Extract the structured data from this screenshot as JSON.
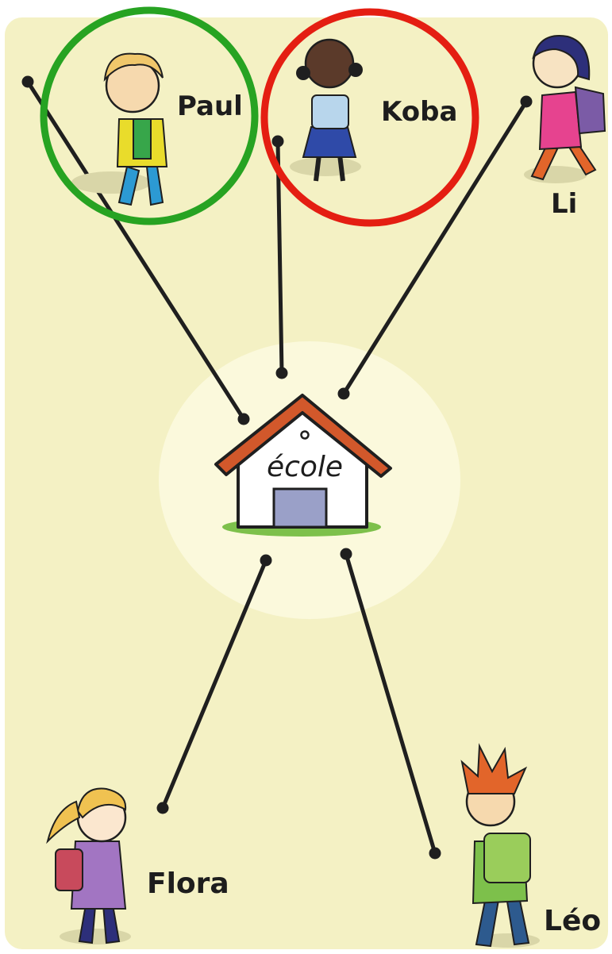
{
  "colors": {
    "background": "#f4f1c4",
    "path_line": "#1f1f1f",
    "roof": "#d2582b",
    "door": "#9aa0c8",
    "grass": "#7dc04b",
    "circle_good": "#27a322",
    "circle_bad": "#e41e12"
  },
  "school": {
    "label": "école"
  },
  "children": {
    "paul": {
      "name": "Paul",
      "highlight": "green-circle"
    },
    "koba": {
      "name": "Koba",
      "highlight": "red-circle"
    },
    "li": {
      "name": "Li"
    },
    "flora": {
      "name": "Flora"
    },
    "leo": {
      "name": "Léo"
    }
  }
}
